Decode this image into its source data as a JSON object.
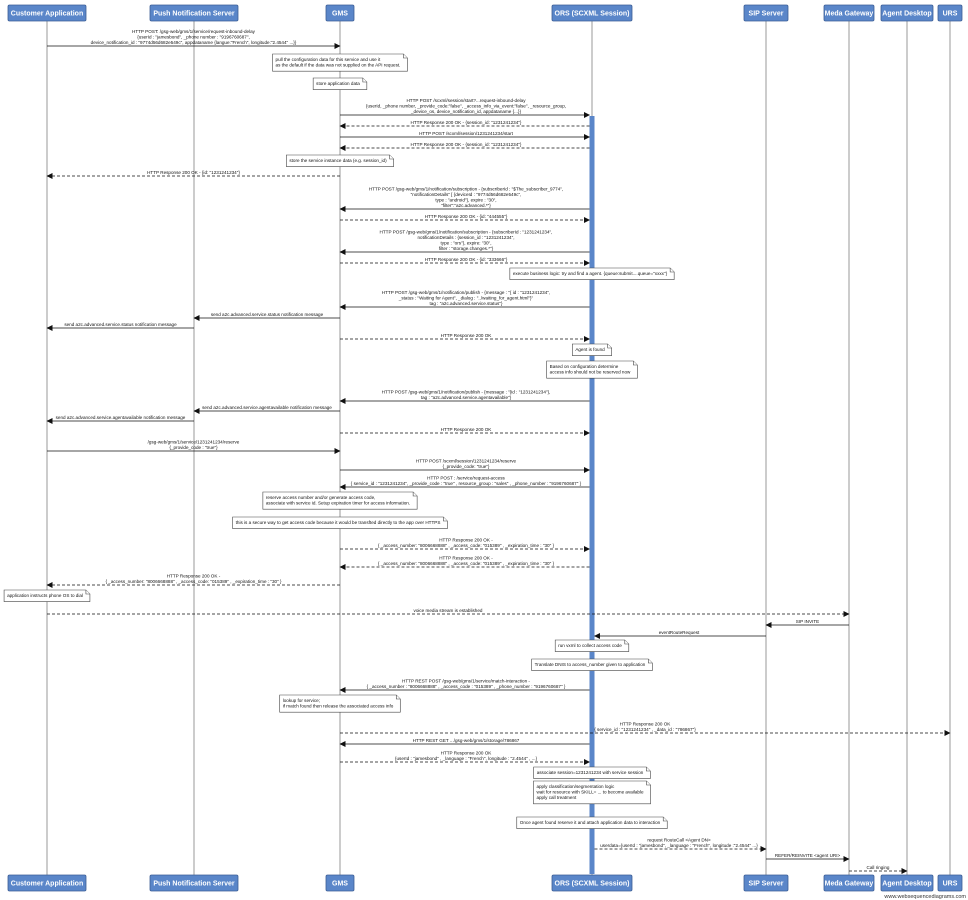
{
  "participants": [
    {
      "id": "ca",
      "label": "Customer Application"
    },
    {
      "id": "pns",
      "label": "Push Notification Server"
    },
    {
      "id": "gms",
      "label": "GMS"
    },
    {
      "id": "ors",
      "label": "ORS (SCXML Session)"
    },
    {
      "id": "sip",
      "label": "SIP Server"
    },
    {
      "id": "mg",
      "label": "Meda Gateway"
    },
    {
      "id": "ad",
      "label": "Agent Desktop"
    },
    {
      "id": "urs",
      "label": "URS"
    }
  ],
  "events": [
    {
      "type": "msg",
      "from": "ca",
      "to": "gms",
      "dashed": false,
      "lines": [
        "HTTP POST: /gsg-web/gms/1/service/request-inbound-delay",
        "{userId : \"jamesbond\", _phone number : \"9196760687\",",
        "device_notification_id : \"9774d56d682e549c\", appdataname {langue:\"French\", longitude:\"2.4544\" ...}}"
      ]
    },
    {
      "type": "note",
      "at": "gms",
      "lines": [
        "pull the configuration data for this service and use it",
        "as the default if the data was not supplied on the API request."
      ]
    },
    {
      "type": "note",
      "at": "gms",
      "lines": [
        "store application data"
      ]
    },
    {
      "type": "msg",
      "from": "gms",
      "to": "ors",
      "dashed": false,
      "lines": [
        "HTTP POST /scxml/session/start?...request-inbound-delay",
        "{userId, _phone number, _provide_code:\"false\", _access_info_via_event:\"false\", _resource_group,",
        "_device_os, device_notification_id, appdataname {...}}"
      ]
    },
    {
      "type": "msg",
      "from": "ors",
      "to": "gms",
      "dashed": true,
      "lines": [
        "HTTP Response 200 OK - {session_id: \"1231241234\"}"
      ]
    },
    {
      "type": "msg",
      "from": "gms",
      "to": "ors",
      "dashed": false,
      "lines": [
        "HTTP POST /scxml/session/1231241234/start"
      ]
    },
    {
      "type": "msg",
      "from": "ors",
      "to": "gms",
      "dashed": true,
      "lines": [
        "HTTP Response 200 OK - {session_id: \"1231241234\"}"
      ]
    },
    {
      "type": "note",
      "at": "gms",
      "lines": [
        "store the service instance data (e.g. session_id)"
      ]
    },
    {
      "type": "msg",
      "from": "gms",
      "to": "ca",
      "dashed": true,
      "lines": [
        "HTTP Response 200 OK - {id: \"1231241234\"}"
      ]
    },
    {
      "type": "msg",
      "from": "ors",
      "to": "gms",
      "dashed": false,
      "lines": [
        "HTTP POST /gsg-web/gms/1/notification/subscription - {subscriberId : \"$The_subscriber_9774\",",
        "\"notificationDetails\" [ {deviceId : \"9774d56d682e549c\",",
        "type : \"android\"}, expire : \"30\",",
        "\"filter\":\"a2c.advanced.*\"}"
      ]
    },
    {
      "type": "msg",
      "from": "gms",
      "to": "ors",
      "dashed": true,
      "lines": [
        "HTTP Response 200 OK - {id: \"444555\"}"
      ]
    },
    {
      "type": "msg",
      "from": "ors",
      "to": "gms",
      "dashed": false,
      "lines": [
        "HTTP POST /gsg-web/gms/1/notification/subscription - {subscriberId : \"1231241234\",",
        "notificationDetails : {session_id : \"1231241234\",",
        "type : \"ors\"}, expire: \"30\",",
        "filter : \"storage.changes.*\"}"
      ]
    },
    {
      "type": "msg",
      "from": "gms",
      "to": "ors",
      "dashed": true,
      "lines": [
        "HTTP Response 200 OK - {id: \"333666\"}"
      ]
    },
    {
      "type": "note",
      "at": "ors",
      "lines": [
        "execute business logic: try and find a agent. {queue:submit....queue=\"xxxx\"}"
      ]
    },
    {
      "type": "msg",
      "from": "ors",
      "to": "gms",
      "dashed": false,
      "lines": [
        "HTTP POST /gsg-web/gms/1/notification/publish - {message : \"{ id : \"1231241234\",",
        "_status : \"Waiting for Agent\", _dialog : \"../waiting_for_agent.html\"}\"",
        "tag : \"a2c.advanced.service.status\"}"
      ]
    },
    {
      "type": "msg",
      "from": "gms",
      "to": "pns",
      "dashed": false,
      "lines": [
        "send a2c.advanced.service.status notification message"
      ]
    },
    {
      "type": "msg",
      "from": "pns",
      "to": "ca",
      "dashed": false,
      "lines": [
        "send a2c.advanced.service.status notification message"
      ]
    },
    {
      "type": "msg",
      "from": "gms",
      "to": "ors",
      "dashed": true,
      "lines": [
        "HTTP Response 200 OK"
      ]
    },
    {
      "type": "note",
      "at": "ors",
      "lines": [
        "Agent is found"
      ]
    },
    {
      "type": "note",
      "at": "ors",
      "lines": [
        "Based on configuration determine",
        "access info should not be reserved now"
      ]
    },
    {
      "type": "msg",
      "from": "ors",
      "to": "gms",
      "dashed": false,
      "lines": [
        "HTTP POST /gsg-web/gms/1/notification/publish - {message : \"{id : \"1231241234\"},",
        "tag : \"a2c.advanced.service.agentavailable\"}"
      ]
    },
    {
      "type": "msg",
      "from": "gms",
      "to": "pns",
      "dashed": false,
      "lines": [
        "send a2c.advanced.service.agentavailable notification message"
      ]
    },
    {
      "type": "msg",
      "from": "pns",
      "to": "ca",
      "dashed": false,
      "lines": [
        "send a2c.advanced.service.agentavailable notification message"
      ]
    },
    {
      "type": "msg",
      "from": "gms",
      "to": "ors",
      "dashed": true,
      "lines": [
        "HTTP Response 200 OK"
      ]
    },
    {
      "type": "msg",
      "from": "ca",
      "to": "gms",
      "dashed": false,
      "lines": [
        "/gsg-web/gms/1/service/1231241234/reserve",
        "{_provide_code : \"true\"}"
      ]
    },
    {
      "type": "msg",
      "from": "gms",
      "to": "ors",
      "dashed": false,
      "lines": [
        "HTTP POST /scxml/session/1231241234/reserve",
        "{_provide_code: \"true\"}"
      ]
    },
    {
      "type": "msg",
      "from": "ors",
      "to": "gms",
      "dashed": false,
      "lines": [
        "HTTP POST : /service/request-access",
        "{ service_id : \"1231241234\", _provide_code : \"true\" , resource_group : \"sales\" , _phone_number : \"9196760687\" }"
      ]
    },
    {
      "type": "note",
      "at": "gms",
      "lines": [
        "reserve access number and/or generate access code,",
        "associate with service id. Setup expiration timer for access information."
      ]
    },
    {
      "type": "note",
      "at": "gms",
      "lines": [
        "this is a secure way to get access code because it would be transfted directly to the app over HTTPS"
      ]
    },
    {
      "type": "msg",
      "from": "gms",
      "to": "ors",
      "dashed": true,
      "lines": [
        "HTTP Response 200 OK -",
        "{ _access_number: \"8006668888\" , _access_code: \"015389\" , _expiration_time : \"30\" }"
      ]
    },
    {
      "type": "msg",
      "from": "ors",
      "to": "gms",
      "dashed": true,
      "lines": [
        "HTTP Response 200 OK -",
        "{ _access_number: \"8006668888\" , _access_code: \"015389\" , _expiration_time : \"30\" }"
      ]
    },
    {
      "type": "msg",
      "from": "gms",
      "to": "ca",
      "dashed": true,
      "lines": [
        "HTTP Response 200 OK -",
        "{ _access_number: \"8006668888\" , _access_code: \"015389\" , _expiration_time : \"30\" }"
      ]
    },
    {
      "type": "note",
      "at": "ca",
      "lines": [
        "application instructs phone OS to dial"
      ]
    },
    {
      "type": "msg",
      "from": "ca",
      "to": "mg",
      "dashed": true,
      "lines": [
        "voice media stream is established"
      ]
    },
    {
      "type": "msg",
      "from": "mg",
      "to": "sip",
      "dashed": false,
      "lines": [
        "SIP INVITE"
      ]
    },
    {
      "type": "msg",
      "from": "sip",
      "to": "ors",
      "dashed": false,
      "lines": [
        "eventRouteRequest"
      ]
    },
    {
      "type": "note",
      "at": "ors",
      "lines": [
        "run vxml to collect access code"
      ]
    },
    {
      "type": "note",
      "at": "ors",
      "lines": [
        "Translate DNIS to access_number given to application"
      ]
    },
    {
      "type": "msg",
      "from": "ors",
      "to": "gms",
      "dashed": false,
      "lines": [
        "HTTP REST POST /gsg-web/gms/1/service/match-interaction -",
        "{ _access_number : \"8006668888\" , _access_code : \"015389\" , _phone_number : \"9196760687\" }"
      ]
    },
    {
      "type": "note",
      "at": "gms",
      "lines": [
        "lookup for service;",
        "if match found then release the associated access info"
      ]
    },
    {
      "type": "msg",
      "from": "gms",
      "to": "urs",
      "dashed": true,
      "lines": [
        "HTTP Response 200 OK",
        "{ service_id : \"1231241234\" , _data_id : \"786867\"}"
      ]
    },
    {
      "type": "msg",
      "from": "ors",
      "to": "gms",
      "dashed": false,
      "lines": [
        "HTTP REST GET .../gsg-web/gms/1/storage/786867"
      ]
    },
    {
      "type": "msg",
      "from": "gms",
      "to": "ors",
      "dashed": true,
      "lines": [
        "HTTP Response 200 OK",
        "{userId : \"jamesbond\" , _language : \"French\", longitude : \"2.4544\" , ...}"
      ]
    },
    {
      "type": "note",
      "at": "ors",
      "lines": [
        "associate session=1231241234 with service session"
      ]
    },
    {
      "type": "note",
      "at": "ors",
      "lines": [
        "apply classification/segmentation logic",
        "wait for resource with SKILL= ... to become available",
        "apply call treatment"
      ]
    },
    {
      "type": "note",
      "at": "ors",
      "lines": [
        "Once agent found reserve it and attach application data to interaction"
      ]
    },
    {
      "type": "msg",
      "from": "ors",
      "to": "sip",
      "dashed": true,
      "lines": [
        "request RouteCall <Agent DN>",
        "userdata={userId : \"jamesbond\", _language : \"French\", longitude :\"2.4544\" ...}"
      ]
    },
    {
      "type": "msg",
      "from": "sip",
      "to": "mg",
      "dashed": false,
      "lines": [
        "REFER/REINVITE <agent URI>"
      ]
    },
    {
      "type": "msg",
      "from": "mg",
      "to": "ad",
      "dashed": true,
      "lines": [
        "Call ringing"
      ]
    }
  ],
  "footer": "www.websequencediagrams.com"
}
